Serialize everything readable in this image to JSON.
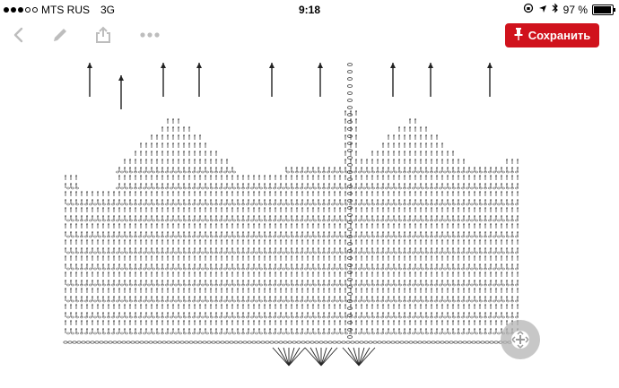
{
  "status_bar": {
    "carrier": "MTS RUS",
    "network": "3G",
    "time": "9:18",
    "battery_percent": "97 %",
    "battery_level": 0.97
  },
  "toolbar": {
    "back_icon": "chevron-left-icon",
    "edit_icon": "pencil-icon",
    "share_icon": "share-icon",
    "more_icon": "more-icon",
    "save_label": "Сохранить",
    "save_icon": "pin-icon",
    "accent": "#d0121c"
  },
  "image": {
    "zoom_icon": "expand-icon"
  }
}
